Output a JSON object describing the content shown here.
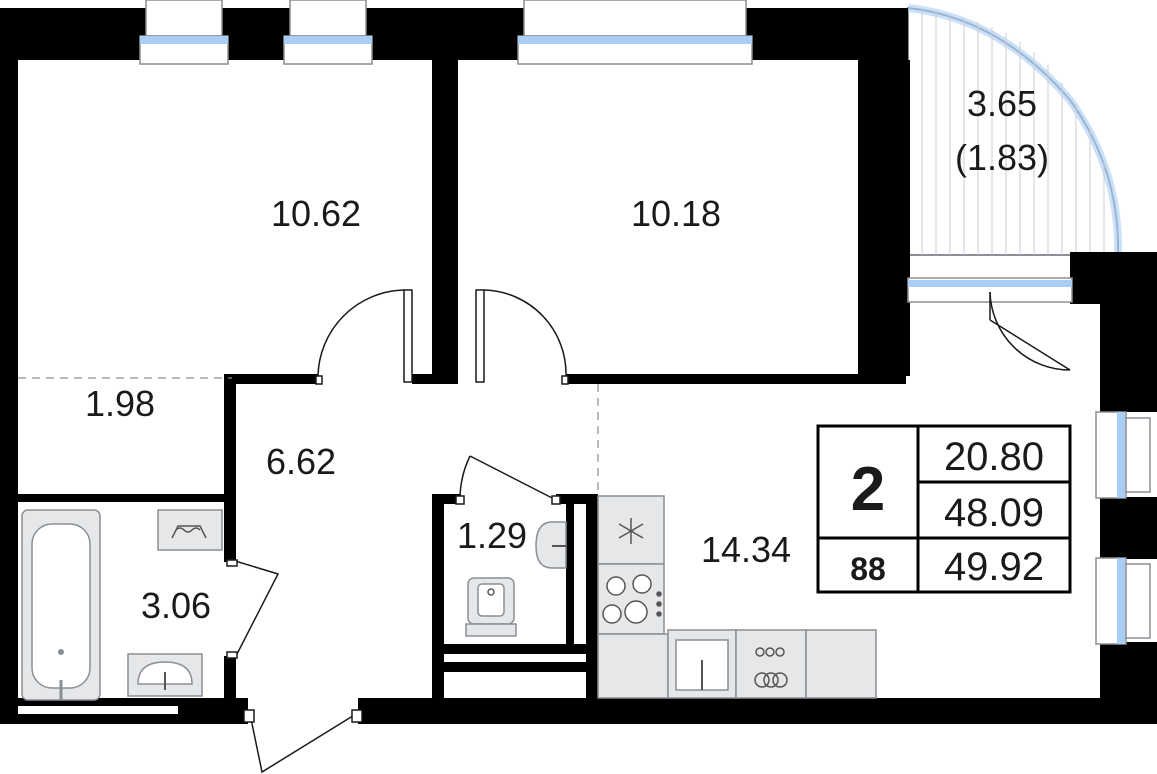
{
  "rooms": {
    "bedroom_left": "10.62",
    "bedroom_right": "10.18",
    "balcony_area": "3.65",
    "balcony_reduced": "(1.83)",
    "storage": "1.98",
    "hall": "6.62",
    "bathroom": "3.06",
    "toilet": "1.29",
    "kitchen_living": "14.34"
  },
  "summary": {
    "rooms_count": "2",
    "apartment_number": "88",
    "living_area": "20.80",
    "total_area": "48.09",
    "total_area_with_balcony": "49.92"
  },
  "colors": {
    "wall": "#000000",
    "window_glass": "#a9cdf5",
    "fixture_fill": "#e6e7e9",
    "fixture_stroke": "#8a8f96",
    "balcony_lines": "#c9cdd2"
  }
}
